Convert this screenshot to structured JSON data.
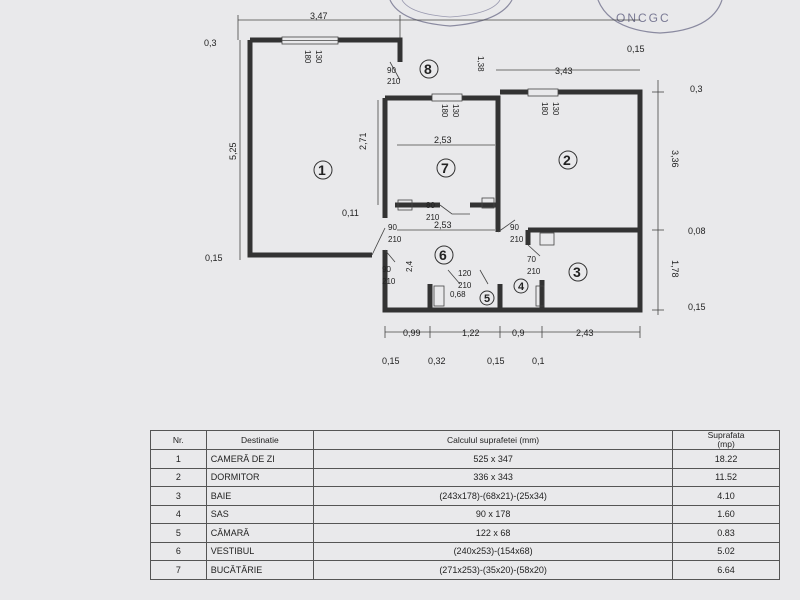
{
  "plan": {
    "stamp": "ONCGC",
    "dims": {
      "top_left_width": "3,47",
      "top_right_width": "3,43",
      "left_height": "5,25",
      "offset_03_top": "0,3",
      "offset_03_right": "0,3",
      "gap_138": "1,38",
      "gap_015_top": "0,15",
      "right_height_336": "3,36",
      "right_height_178": "1,78",
      "right_008": "0,08",
      "right_015_bottom": "0,15",
      "left_015": "0,15",
      "left_011": "0,11",
      "kitchen_width_top": "2,53",
      "kitchen_width_bottom": "2,53",
      "kitchen_height": "2,71",
      "hall_height": "2,4",
      "bottom_099": "0,99",
      "bottom_122": "1,22",
      "bottom_09": "0,9",
      "bottom_243": "2,43",
      "bottom_015a": "0,15",
      "bottom_032": "0,32",
      "bottom_015b": "0,15",
      "bottom_01": "0,1",
      "pantry_068": "0,68"
    },
    "windows": [
      {
        "w": "180",
        "h": "130"
      },
      {
        "w": "180",
        "h": "130"
      },
      {
        "w": "180",
        "h": "130"
      }
    ],
    "doors": {
      "d8": {
        "w": "90",
        "h": "210"
      },
      "d1": {
        "w": "90",
        "h": "210"
      },
      "d7": {
        "w": "80",
        "h": "210"
      },
      "d2": {
        "w": "90",
        "h": "210"
      },
      "d6": {
        "w": "90",
        "h": "210"
      },
      "d5": {
        "w": "120",
        "h": "210"
      },
      "d3": {
        "w": "70",
        "h": "210"
      }
    },
    "rooms": [
      "1",
      "2",
      "3",
      "4",
      "5",
      "6",
      "7",
      "8"
    ]
  },
  "table": {
    "headers": {
      "nr": "Nr.",
      "dest": "Destinatie",
      "calc": "Calculul suprafetei (mm)",
      "area_line1": "Suprafata",
      "area_line2": "(mp)"
    },
    "rows": [
      {
        "nr": "1",
        "dest": "CAMERĂ DE ZI",
        "calc": "525 x 347",
        "area": "18.22"
      },
      {
        "nr": "2",
        "dest": "DORMITOR",
        "calc": "336 x 343",
        "area": "11.52"
      },
      {
        "nr": "3",
        "dest": "BAIE",
        "calc": "(243x178)-(68x21)-(25x34)",
        "area": "4.10"
      },
      {
        "nr": "4",
        "dest": "SAS",
        "calc": "90 x 178",
        "area": "1.60"
      },
      {
        "nr": "5",
        "dest": "CĂMARĂ",
        "calc": "122 x 68",
        "area": "0.83"
      },
      {
        "nr": "6",
        "dest": "VESTIBUL",
        "calc": "(240x253)-(154x68)",
        "area": "5.02"
      },
      {
        "nr": "7",
        "dest": "BUCĂTĂRIE",
        "calc": "(271x253)-(35x20)-(58x20)",
        "area": "6.64"
      }
    ]
  }
}
